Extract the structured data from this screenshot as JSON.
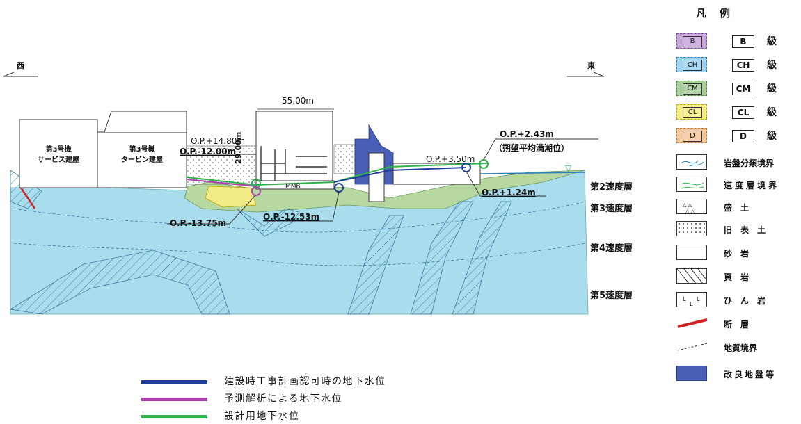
{
  "compass": {
    "west": "西",
    "east": "東"
  },
  "dimension_label": "55.00m",
  "buildings": [
    {
      "line1": "第3号機",
      "line2": "サービス建屋"
    },
    {
      "line1": "第3号機",
      "line2": "タービン建屋"
    }
  ],
  "elevations": [
    {
      "text": "O.P.+14.80m"
    },
    {
      "text": "O.P.-12.00m"
    },
    {
      "text": "29.00m"
    },
    {
      "text": "O.P.-13.75m"
    },
    {
      "text": "O.P.-12.53m"
    },
    {
      "text": "O.P.+3.50m"
    },
    {
      "text": "O.P.+2.43m"
    },
    {
      "text": "（朔望平均満潮位）"
    },
    {
      "text": "O.P.+1.24m"
    }
  ],
  "mmr_label": "MMR",
  "velocity_layers": [
    "第2速度層",
    "第3速度層",
    "第4速度層",
    "第5速度層"
  ],
  "legend": {
    "title": "凡　例",
    "grades": [
      {
        "code": "B",
        "label": "B",
        "suffix": "級",
        "color": "#c9a6db",
        "border": "#7a4a9a"
      },
      {
        "code": "CH",
        "label": "CH",
        "suffix": "級",
        "color": "#9fd3f0",
        "border": "#2a7fb8"
      },
      {
        "code": "CM",
        "label": "CM",
        "suffix": "級",
        "color": "#a9cf9a",
        "border": "#4a8040"
      },
      {
        "code": "CL",
        "label": "CL",
        "suffix": "級",
        "color": "#f6ee84",
        "border": "#b8a400"
      },
      {
        "code": "D",
        "label": "D",
        "suffix": "級",
        "color": "#f6c89a",
        "border": "#c07830"
      }
    ],
    "symbols": [
      {
        "icon": "rock-class-boundary-icon",
        "text": "岩盤分類境界"
      },
      {
        "icon": "velocity-layer-boundary-icon",
        "text": "速度層境界"
      },
      {
        "icon": "fill-soil-icon",
        "text": "盛　土"
      },
      {
        "icon": "old-surface-soil-icon",
        "text": "旧　表　土"
      },
      {
        "icon": "sandstone-icon",
        "text": "砂　岩"
      },
      {
        "icon": "shale-icon",
        "text": "頁　岩"
      },
      {
        "icon": "hornfels-icon",
        "text": "ひ　ん　岩"
      },
      {
        "icon": "fault-icon",
        "text": "断　層"
      },
      {
        "icon": "geologic-boundary-icon",
        "text": "地質境界"
      },
      {
        "icon": "improved-ground-icon",
        "text": "改良地盤等"
      }
    ]
  },
  "water_lines": [
    {
      "color": "#1f3e9a",
      "text": "建設時工事計画認可時の地下水位"
    },
    {
      "color": "#b040b0",
      "text": "予測解析による地下水位"
    },
    {
      "color": "#2db34a",
      "text": "設計用地下水位"
    }
  ]
}
